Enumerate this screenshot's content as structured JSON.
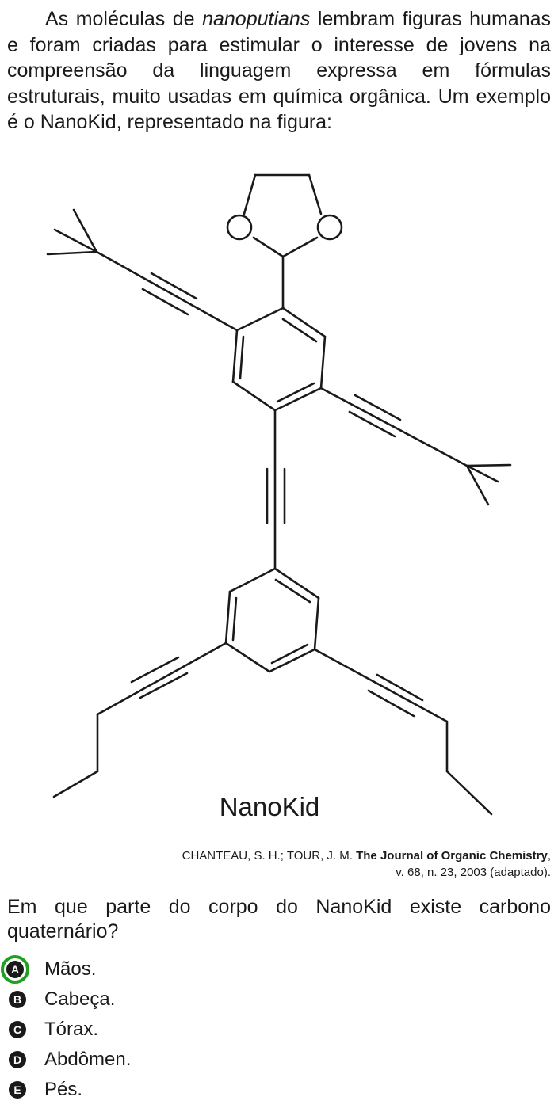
{
  "intro": {
    "before_italic": "As moléculas de ",
    "italic": "nanoputians",
    "after_italic": " lembram figuras humanas e foram criadas para estimular o interesse de jovens na compreensão da linguagem expressa em fórmulas estruturais, muito usadas em química orgânica. Um exemplo é o NanoKid, representado na figura:"
  },
  "figure": {
    "caption": "NanoKid",
    "atom_labels": [
      "O",
      "O"
    ]
  },
  "citation": {
    "authors": "CHANTEAU, S. H.; TOUR, J. M. ",
    "journal": "The Journal of Organic Chemistry",
    "details_line1_end": ",",
    "details_line2": "v. 68, n. 23, 2003 (adaptado)."
  },
  "question": "Em que parte do corpo do NanoKid existe carbono quaternário?",
  "options": [
    {
      "letter": "A",
      "text": "Mãos.",
      "selected": true
    },
    {
      "letter": "B",
      "text": "Cabeça.",
      "selected": false
    },
    {
      "letter": "C",
      "text": "Tórax.",
      "selected": false
    },
    {
      "letter": "D",
      "text": "Abdômen.",
      "selected": false
    },
    {
      "letter": "E",
      "text": "Pés.",
      "selected": false
    }
  ],
  "colors": {
    "selected_ring": "#1fa01f",
    "ink": "#1a1a1a"
  }
}
